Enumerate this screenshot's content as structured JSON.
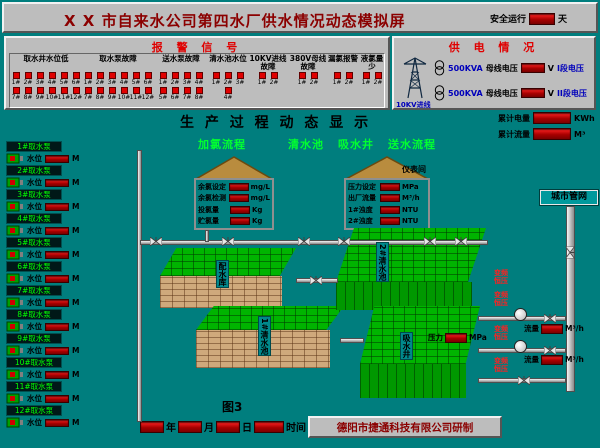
{
  "title": {
    "text": "X X 市自来水公司第四水厂供水情况动态模拟屏"
  },
  "safe_run": {
    "label": "安全运行",
    "unit": "天"
  },
  "alarm": {
    "title": "报 警 信 号",
    "groups": [
      {
        "label": "取水井水位低",
        "lights": [
          "1#",
          "2#",
          "3#",
          "4#",
          "5#",
          "6#",
          "7#",
          "8#",
          "9#",
          "10#",
          "11#",
          "12#"
        ]
      },
      {
        "label": "取水泵故障",
        "lights": [
          "1#",
          "2#",
          "3#",
          "4#",
          "5#",
          "6#",
          "7#",
          "8#",
          "9#",
          "10#",
          "11#",
          "12#"
        ]
      },
      {
        "label": "送水泵故障",
        "lights": [
          "1#",
          "2#",
          "3#",
          "4#",
          "5#",
          "6#",
          "7#",
          "8#"
        ]
      },
      {
        "label": "清水池水位",
        "lights": [
          "1#",
          "2#",
          "3#",
          "4#"
        ]
      },
      {
        "label": "10KV进线故障",
        "lights": [
          "1#",
          "2#"
        ]
      },
      {
        "label": "380V母线故障",
        "lights": [
          "1#",
          "2#"
        ]
      },
      {
        "label": "漏氯报警",
        "lights": [
          "1#",
          "2#"
        ]
      },
      {
        "label": "液氯量少",
        "lights": [
          "1#",
          "2#"
        ]
      }
    ]
  },
  "power": {
    "title": "供 电 情 况",
    "incoming": "10KV进线",
    "rows": [
      {
        "kva": "500KVA",
        "bus": "母线电压",
        "unit": "V",
        "section": "I段电压"
      },
      {
        "kva": "500KVA",
        "bus": "母线电压",
        "unit": "V",
        "section": "II段电压"
      }
    ]
  },
  "totals": {
    "energy": "累计电量",
    "energy_unit": "KWh",
    "flow": "累计流量",
    "flow_unit": "M³"
  },
  "headline": "生 产 过 程 动 态 显 示",
  "sections": {
    "s1": "加氯流程",
    "s2": "清水池",
    "s3": "吸水井",
    "s4": "送水流程"
  },
  "chlorine_room": {
    "rows": [
      {
        "label": "余氯设定",
        "unit": "mg/L"
      },
      {
        "label": "余氯检测",
        "unit": "mg/L"
      },
      {
        "label": "投氯量",
        "unit": "Kg"
      },
      {
        "label": "贮氯量",
        "unit": "Kg"
      }
    ]
  },
  "instrument_room": {
    "name": "仪表间",
    "rows": [
      {
        "label": "压力设定",
        "unit": "MPa"
      },
      {
        "label": "出厂流量",
        "unit": "M³/h"
      },
      {
        "label": "1#浊度",
        "unit": "NTU"
      },
      {
        "label": "2#浊度",
        "unit": "NTU"
      }
    ]
  },
  "pumps": {
    "wl_label": "水位",
    "wl_unit": "M",
    "items": [
      "1#取水泵",
      "2#取水泵",
      "3#取水泵",
      "4#取水泵",
      "5#取水泵",
      "6#取水泵",
      "7#取水泵",
      "8#取水泵",
      "9#取水泵",
      "10#取水泵",
      "11#取水泵",
      "12#取水泵"
    ]
  },
  "tanks": {
    "t1": "配水库",
    "t2": "1#清水池",
    "t3": "2#清水池",
    "t4": "吸水井"
  },
  "delivery": {
    "vfd": "变频恒压",
    "flow_label": "流量",
    "flow_unit": "M³/h",
    "pressure_label": "压力",
    "pressure_unit": "MPa",
    "network": "城市管网"
  },
  "footer": {
    "figure": "图3",
    "t_year": "年",
    "t_month": "月",
    "t_day": "日",
    "t_time": "时间",
    "company": "德阳市捷通科技有限公司研制"
  }
}
